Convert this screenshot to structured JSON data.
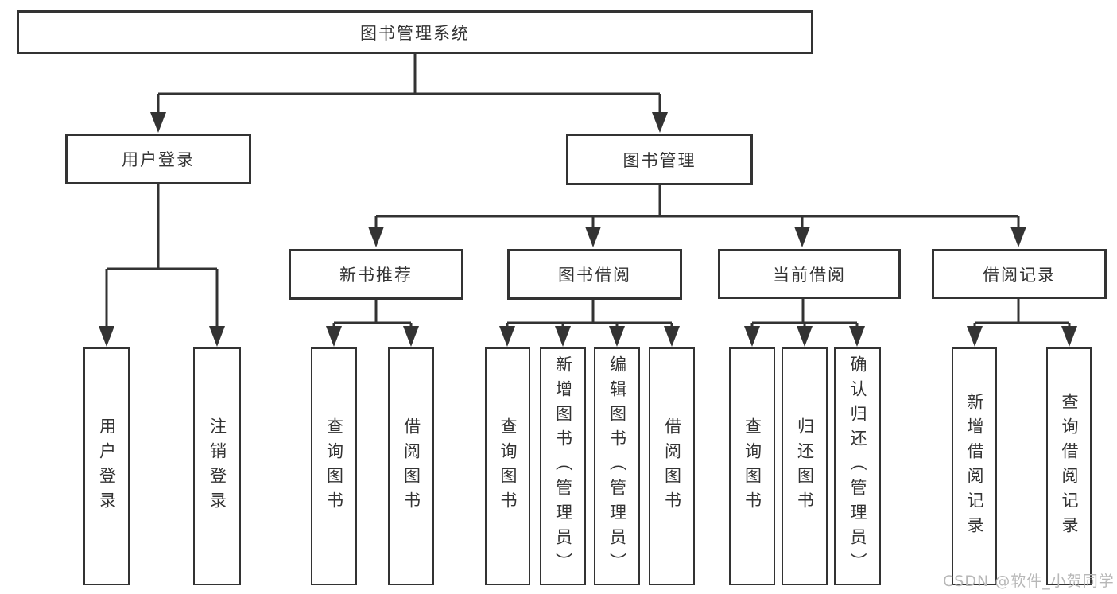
{
  "tree": {
    "label": "图书管理系统",
    "children": [
      {
        "label": "用户登录",
        "children": [
          {
            "label": "用户登录"
          },
          {
            "label": "注销登录"
          }
        ]
      },
      {
        "label": "图书管理",
        "children": [
          {
            "label": "新书推荐",
            "children": [
              {
                "label": "查询图书"
              },
              {
                "label": "借阅图书"
              }
            ]
          },
          {
            "label": "图书借阅",
            "children": [
              {
                "label": "查询图书"
              },
              {
                "label": "新增图书（管理员）"
              },
              {
                "label": "编辑图书（管理员）"
              },
              {
                "label": "借阅图书"
              }
            ]
          },
          {
            "label": "当前借阅",
            "children": [
              {
                "label": "查询图书"
              },
              {
                "label": "归还图书"
              },
              {
                "label": "确认归还（管理员）"
              }
            ]
          },
          {
            "label": "借阅记录",
            "children": [
              {
                "label": "新增借阅记录"
              },
              {
                "label": "查询借阅记录"
              }
            ]
          }
        ]
      }
    ]
  },
  "watermark": {
    "text": "CSDN @软件_小贺同学"
  },
  "colors": {
    "line": "#333333",
    "border": "#333333",
    "box_fill": "#ffffff",
    "text": "#333333",
    "watermark": "#b7b7b7",
    "background": "#ffffff"
  }
}
